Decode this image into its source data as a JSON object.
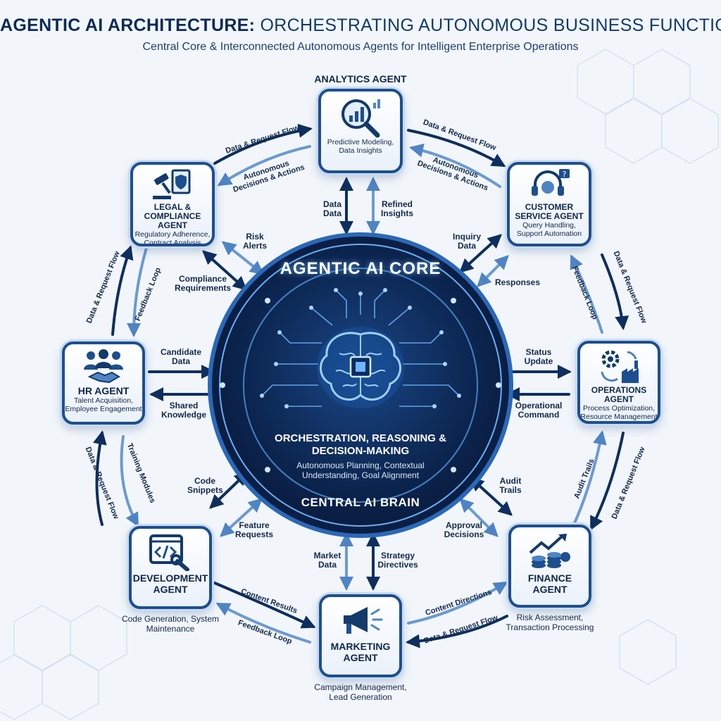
{
  "title": {
    "strong": "AGENTIC AI ARCHITECTURE:",
    "light": "ORCHESTRATING AUTONOMOUS BUSINESS FUNCTIONS"
  },
  "subtitle": "Central Core & Interconnected Autonomous Agents for Intelligent Enterprise Operations",
  "core": {
    "title": "AGENTIC AI CORE",
    "main": "ORCHESTRATION, REASONING & DECISION-MAKING",
    "sub": "Autonomous Planning, Contextual Understanding, Goal Alignment",
    "bottom": "CENTRAL AI BRAIN",
    "icon": "brain-chip-icon"
  },
  "agents": {
    "analytics": {
      "heading": "ANALYTICS AGENT",
      "desc": "Predictive Modeling, Data Insights",
      "icon": "magnifier-chart-icon"
    },
    "customer": {
      "name": "CUSTOMER SERVICE AGENT",
      "desc": "Query Handling, Support Automation",
      "icon": "headset-icon"
    },
    "operations": {
      "name": "OPERATIONS AGENT",
      "desc": "Process Optimization, Resource Management",
      "icon": "gears-factory-icon"
    },
    "finance": {
      "name": "FINANCE AGENT",
      "desc": "Risk Assessment, Transaction Processing",
      "icon": "coins-growth-icon"
    },
    "marketing": {
      "name": "MARKETING AGENT",
      "desc": "Campaign Management, Lead Generation",
      "icon": "megaphone-icon"
    },
    "development": {
      "name": "DEVELOPMENT AGENT",
      "desc": "Code Generation, System Maintenance",
      "icon": "code-wrench-icon"
    },
    "hr": {
      "name": "HR AGENT",
      "desc": "Talent Acquisition, Employee Engagement",
      "icon": "people-handshake-icon"
    },
    "legal": {
      "name": "LEGAL & COMPLIANCE AGENT",
      "desc": "Regulatory Adherence, Contract Analysis",
      "icon": "gavel-shield-icon"
    }
  },
  "links": {
    "analytics_core_down": "Data Data",
    "analytics_core_up": "Refined Insights",
    "customer_core_in": "Inquiry Data",
    "customer_core_out": "Responses",
    "operations_core_in": "Status Update",
    "operations_core_out": "Operational Command",
    "finance_core_in": "Audit Trails",
    "finance_core_out": "Approval Decisions",
    "marketing_core_in": "Market Data",
    "marketing_core_out": "Strategy Directives",
    "development_core_in": "Code Snippets",
    "development_core_out": "Feature Requests",
    "hr_core_in": "Candidate Data",
    "hr_core_out": "Shared Knowledge",
    "legal_core_in": "Risk Alerts",
    "legal_core_out": "Compliance Requirements"
  },
  "ring": {
    "legal_analytics_out": "Data & Request Flow",
    "legal_analytics_in": "Autonomous Decisions & Actions",
    "analytics_customer_out": "Data & Request Flow",
    "analytics_customer_in": "Autonomous Decisions & Actions",
    "customer_operations_out": "Data & Request Flow",
    "customer_operations_in": "Feedback Loop",
    "operations_finance_out": "Data & Request Flow",
    "operations_finance_in": "Audit Trails",
    "finance_marketing_out": "Data & Request Flow",
    "finance_marketing_in": "Content Directions",
    "marketing_development_out": "Content Results",
    "marketing_development_in": "Feedback Loop",
    "development_hr_out": "Data & Request Flow",
    "development_hr_in": "Training Modules",
    "hr_legal_out": "Data & Request Flow",
    "hr_legal_in": "Feedback Loop"
  },
  "colors": {
    "navy": "#0d2b55",
    "accent": "#1d4f8f",
    "glow": "#6fb6ff",
    "core_bg": "#0b1f45"
  }
}
